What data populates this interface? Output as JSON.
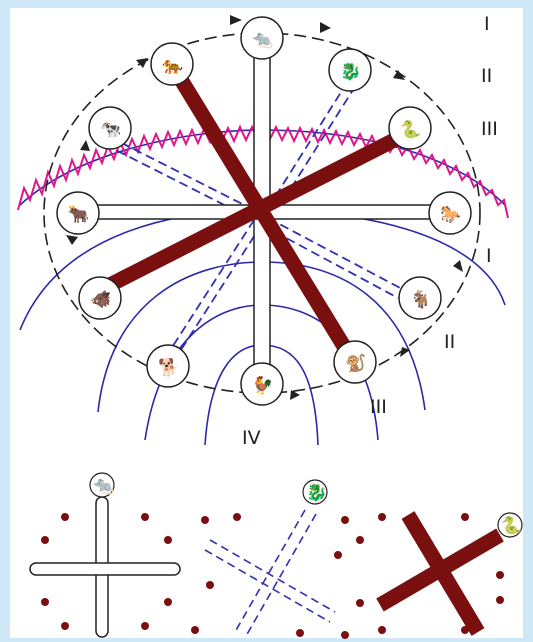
{
  "colors": {
    "background": "#cfe8f7",
    "panel": "#ffffff",
    "dark_red": "#7a0f0f",
    "blue": "#2a2aa8",
    "blue_dash": "#3030b0",
    "magenta": "#e0148c",
    "black": "#222222"
  },
  "labels": {
    "top_right": [
      "I",
      "II",
      "III"
    ],
    "right_side": [
      "I",
      "II"
    ],
    "bottom_iii": "III",
    "bottom_iv": "IV"
  },
  "animals": [
    {
      "name": "rat",
      "glyph": "🐀"
    },
    {
      "name": "dragon",
      "glyph": "🐉"
    },
    {
      "name": "snake",
      "glyph": "🐍"
    },
    {
      "name": "horse",
      "glyph": "🐎"
    },
    {
      "name": "goat",
      "glyph": "🐐"
    },
    {
      "name": "monkey",
      "glyph": "🐒"
    },
    {
      "name": "rooster",
      "glyph": "🐓"
    },
    {
      "name": "dog",
      "glyph": "🐕"
    },
    {
      "name": "boar",
      "glyph": "🐗"
    },
    {
      "name": "ox",
      "glyph": "🐂"
    },
    {
      "name": "cow",
      "glyph": "🐄"
    },
    {
      "name": "tiger",
      "glyph": "🐅"
    }
  ],
  "small_diagrams": [
    {
      "name": "white-cross",
      "icon_glyph": "🐀"
    },
    {
      "name": "dashed-cross",
      "icon_glyph": "🐉"
    },
    {
      "name": "red-cross",
      "icon_glyph": "🐍"
    }
  ]
}
